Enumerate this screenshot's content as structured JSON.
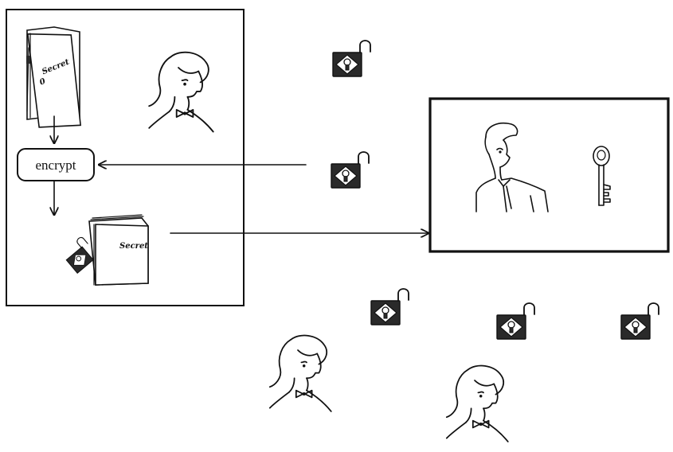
{
  "labels": {
    "encrypt_box": "encrypt",
    "book_cover_top": "Secret",
    "book_cover_bottom": "Secret"
  },
  "icons": {
    "padlock": "open-padlock-icon",
    "key": "key-icon",
    "sender": "woman-figure-icon",
    "receiver": "man-figure-icon",
    "book": "book-icon"
  },
  "colors": {
    "ink": "#111111",
    "padlock_body": "#2a2a2a",
    "background": "#ffffff"
  }
}
